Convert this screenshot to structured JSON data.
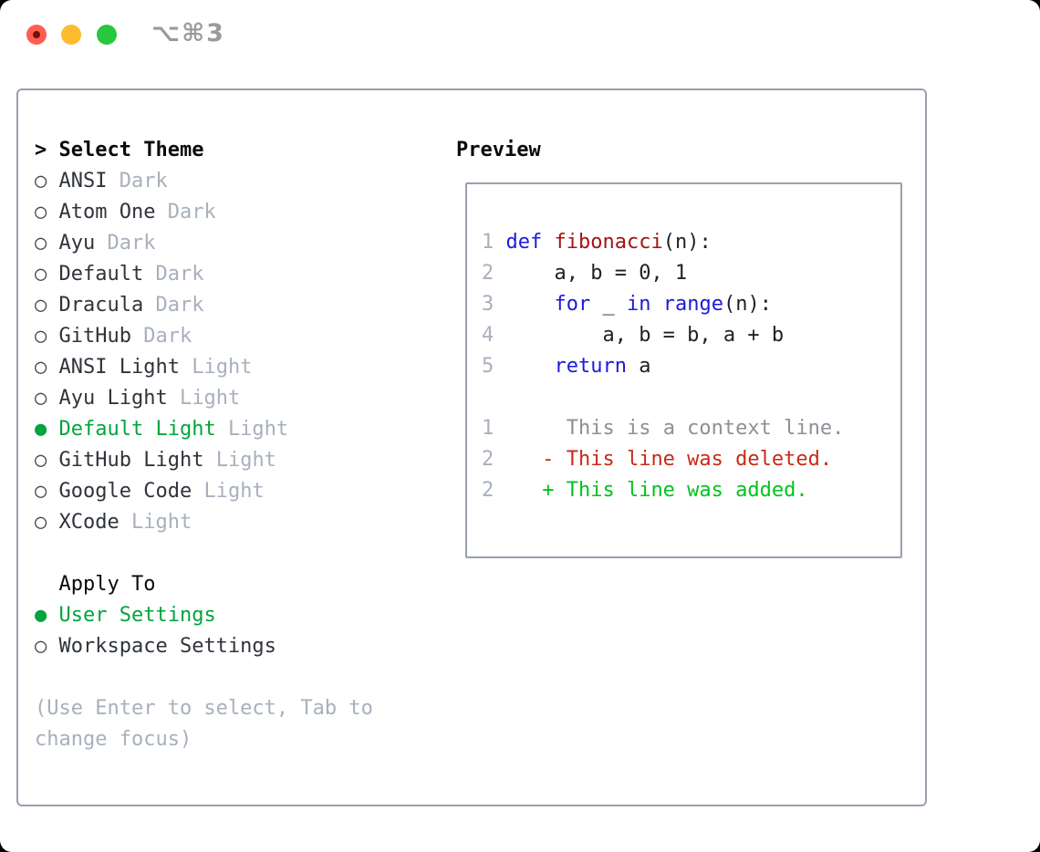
{
  "titlebar": {
    "hotkey_label": "⌥⌘3",
    "traffic_lights": {
      "close_color": "#ff5d52",
      "close_dot_color": "#731108",
      "minimize_color": "#febb2e",
      "zoom_color": "#28c73e"
    }
  },
  "theme_panel": {
    "marker": ">",
    "title": "Select Theme",
    "items": [
      {
        "marker": "○",
        "name": "ANSI",
        "tag": "Dark",
        "selected": false
      },
      {
        "marker": "○",
        "name": "Atom One",
        "tag": "Dark",
        "selected": false
      },
      {
        "marker": "○",
        "name": "Ayu",
        "tag": "Dark",
        "selected": false
      },
      {
        "marker": "○",
        "name": "Default",
        "tag": "Dark",
        "selected": false
      },
      {
        "marker": "○",
        "name": "Dracula",
        "tag": "Dark",
        "selected": false
      },
      {
        "marker": "○",
        "name": "GitHub",
        "tag": "Dark",
        "selected": false
      },
      {
        "marker": "○",
        "name": "ANSI Light",
        "tag": "Light",
        "selected": false
      },
      {
        "marker": "○",
        "name": "Ayu Light",
        "tag": "Light",
        "selected": false
      },
      {
        "marker": "●",
        "name": "Default Light",
        "tag": "Light",
        "selected": true
      },
      {
        "marker": "○",
        "name": "GitHub Light",
        "tag": "Light",
        "selected": false
      },
      {
        "marker": "○",
        "name": "Google Code",
        "tag": "Light",
        "selected": false
      },
      {
        "marker": "○",
        "name": "XCode",
        "tag": "Light",
        "selected": false
      }
    ]
  },
  "apply_panel": {
    "title": "Apply To",
    "options": [
      {
        "marker": "●",
        "name": "User Settings",
        "selected": true
      },
      {
        "marker": "○",
        "name": "Workspace Settings",
        "selected": false
      }
    ]
  },
  "help": {
    "line1": "(Use Enter to select, Tab to",
    "line2": "change focus)"
  },
  "preview": {
    "title": "Preview",
    "lines": [
      {
        "segs": [
          {
            "t": "1",
            "c": "ln"
          },
          {
            "t": " "
          },
          {
            "t": "def",
            "c": "kw"
          },
          {
            "t": " "
          },
          {
            "t": "fibonacci",
            "c": "fn"
          },
          {
            "t": "(n):"
          }
        ]
      },
      {
        "segs": [
          {
            "t": "2",
            "c": "ln"
          },
          {
            "t": "     a, b = 0, 1"
          }
        ]
      },
      {
        "segs": [
          {
            "t": "3",
            "c": "ln"
          },
          {
            "t": "     "
          },
          {
            "t": "for",
            "c": "kw"
          },
          {
            "t": " _ "
          },
          {
            "t": "in",
            "c": "kw"
          },
          {
            "t": " "
          },
          {
            "t": "range",
            "c": "kw"
          },
          {
            "t": "(n):"
          }
        ]
      },
      {
        "segs": [
          {
            "t": "4",
            "c": "ln"
          },
          {
            "t": "         a, b = b, a + b"
          }
        ]
      },
      {
        "segs": [
          {
            "t": "5",
            "c": "ln"
          },
          {
            "t": "     "
          },
          {
            "t": "return",
            "c": "kw"
          },
          {
            "t": " a"
          }
        ]
      },
      {
        "segs": []
      },
      {
        "segs": [
          {
            "t": "1",
            "c": "ln"
          },
          {
            "t": "      "
          },
          {
            "t": "This is a context line.",
            "c": "ctx"
          }
        ]
      },
      {
        "segs": [
          {
            "t": "2",
            "c": "ln"
          },
          {
            "t": "    "
          },
          {
            "t": "- This line was deleted.",
            "c": "del"
          }
        ]
      },
      {
        "segs": [
          {
            "t": "2",
            "c": "ln"
          },
          {
            "t": "    "
          },
          {
            "t": "+ This line was added.",
            "c": "add"
          }
        ]
      }
    ]
  },
  "colors": {
    "selected_green": "#00a53e",
    "keyword_blue": "#1b1bdb",
    "function_red": "#a31313",
    "diff_deleted_red": "#c72a18",
    "diff_added_green": "#00c31d",
    "muted_gray": "#a8b0bd",
    "context_gray": "#8d9097",
    "panel_border_gray": "#98a1ad"
  }
}
